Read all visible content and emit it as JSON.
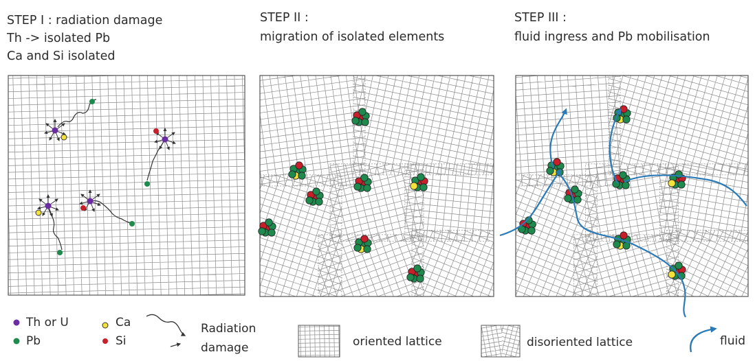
{
  "steps": [
    {
      "title": "STEP I : radiation damage",
      "line2": "Th -> isolated Pb",
      "line3": "Ca and Si isolated"
    },
    {
      "title": "STEP II :",
      "line2": "migration of isolated elements"
    },
    {
      "title": "STEP III :",
      "line2": "fluid ingress and Pb mobilisation"
    }
  ],
  "legend": {
    "th_u": "Th or U",
    "pb": "Pb",
    "ca": "Ca",
    "si": "Si",
    "radiation_1": "Radiation",
    "radiation_2": "damage",
    "oriented": "oriented lattice",
    "disoriented": "disoriented lattice",
    "fluid": "fluid"
  },
  "colors": {
    "th_u": "#6a2ca0",
    "pb": "#1e8a4e",
    "ca": "#f2e23a",
    "si": "#c8202a",
    "fluid": "#2a7ab8",
    "grid": "#8a8a8a"
  }
}
